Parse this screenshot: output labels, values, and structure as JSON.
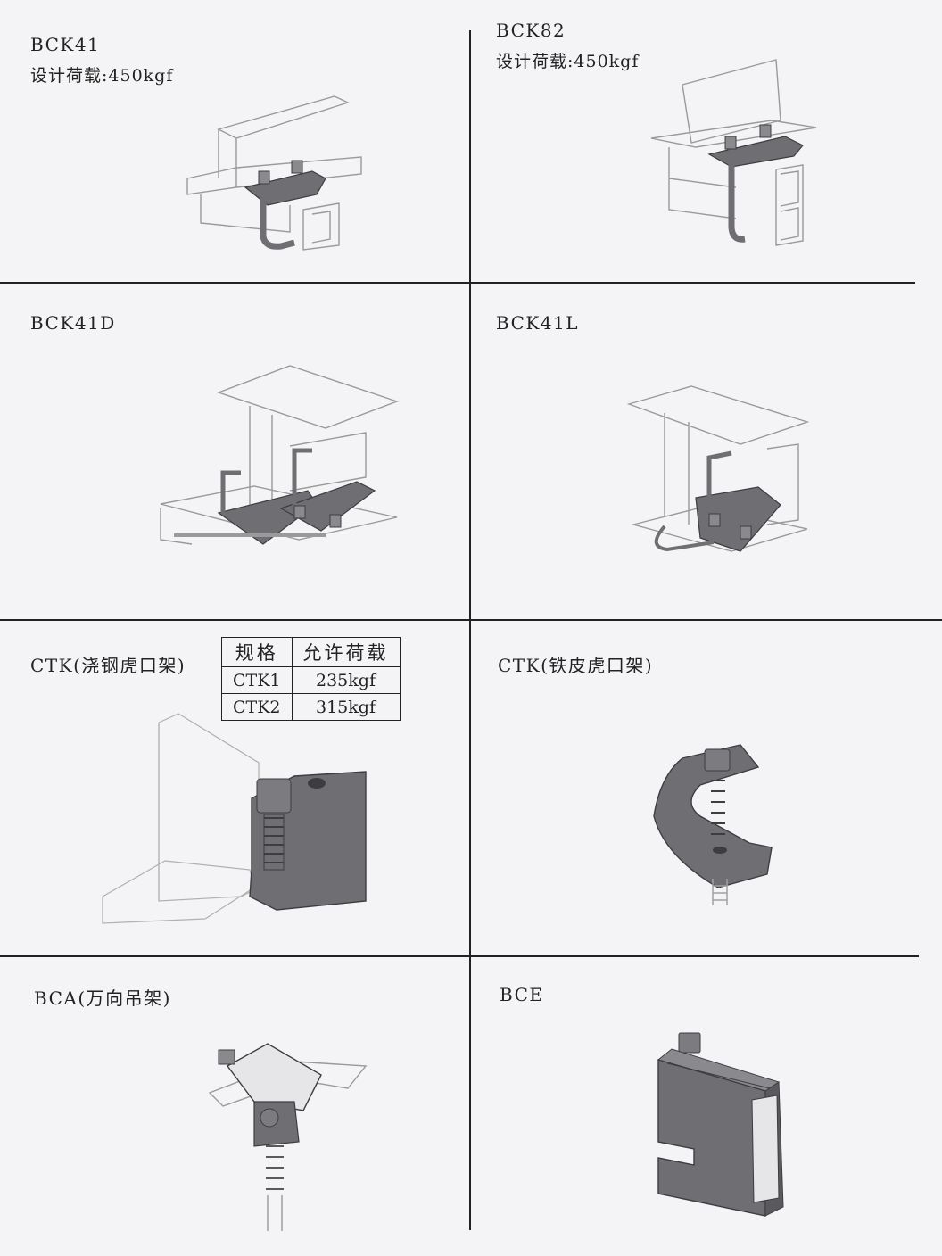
{
  "cells": {
    "bck41": {
      "model": "BCK41",
      "load": "设计荷载:450kgf"
    },
    "bck82": {
      "model": "BCK82",
      "load": "设计荷载:450kgf"
    },
    "bck41d": {
      "model": "BCK41D"
    },
    "bck41l": {
      "model": "BCK41L"
    },
    "ctk_cast": {
      "model": "CTK(浇钢虎口架)"
    },
    "ctk_sheet": {
      "model": "CTK(铁皮虎口架)"
    },
    "bca": {
      "model": "BCA(万向吊架)"
    },
    "bce": {
      "model": "BCE"
    }
  },
  "spec_table": {
    "headers": [
      "规格",
      "允许荷载"
    ],
    "rows": [
      [
        "CTK1",
        "235kgf"
      ],
      [
        "CTK2",
        "315kgf"
      ]
    ]
  },
  "colors": {
    "ink": "#222222",
    "metal": "#6f6f73",
    "metal_dark": "#3d3d40",
    "outline": "#9a9a9a",
    "paper": "#f4f4f6"
  }
}
